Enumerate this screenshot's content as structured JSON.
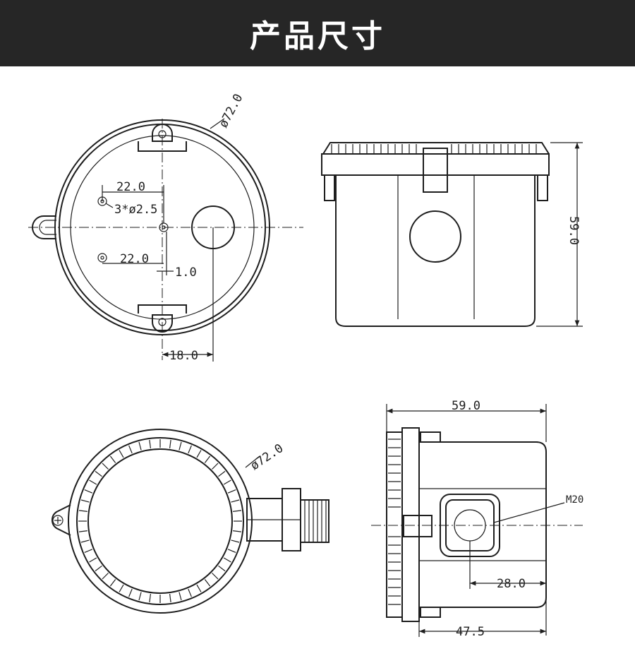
{
  "header": {
    "title": "产品尺寸"
  },
  "colors": {
    "banner": "#262626",
    "line": "#1e1e1e",
    "background": "#ffffff"
  },
  "views": {
    "top_view": {
      "diameter_label": "ø72.0",
      "dim_22_upper": "22.0",
      "holes_label": "3*ø2.5",
      "dim_22_lower": "22.0",
      "dim_1": "1.0",
      "dim_18": "18.0"
    },
    "side_view": {
      "height_label": "59.0"
    },
    "bottom_view": {
      "diameter_label": "ø72.0"
    },
    "side_fitting_view": {
      "width_label": "59.0",
      "thread_label": "M20",
      "dim_28": "28.0",
      "dim_47": "47.5"
    }
  }
}
